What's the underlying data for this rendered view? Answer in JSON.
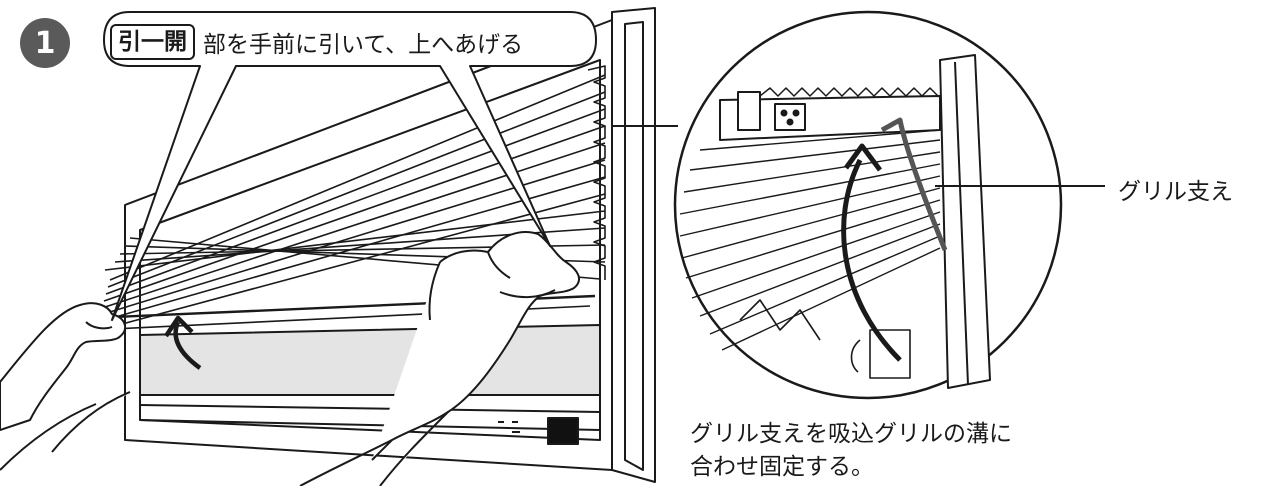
{
  "step": {
    "number": "1"
  },
  "callout": {
    "key_label": "引一開",
    "text": "部を手前に引いて、上へあげる"
  },
  "labels": {
    "grill_support": "グリル支え"
  },
  "caption": {
    "line1": "グリル支えを吸込グリルの溝に",
    "line2": "合わせ固定する。"
  }
}
